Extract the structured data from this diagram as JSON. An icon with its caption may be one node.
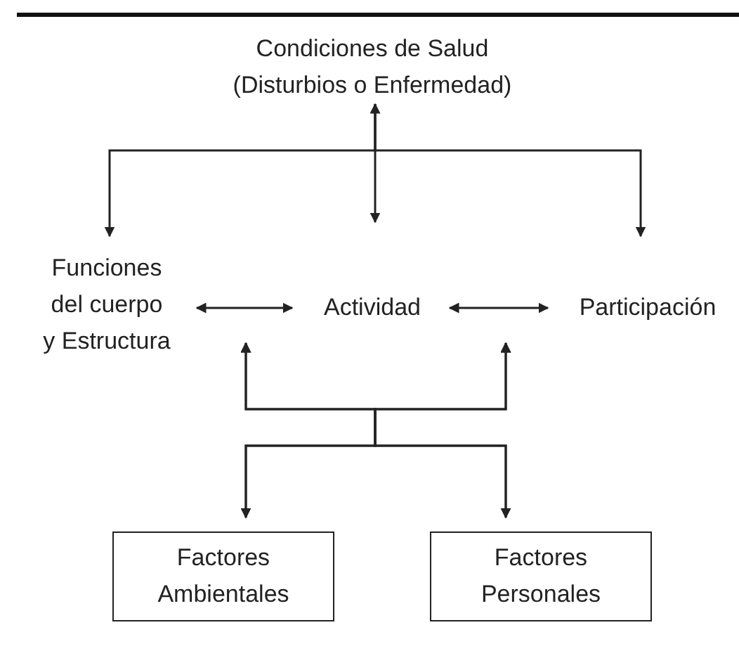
{
  "diagram": {
    "nodes": [
      {
        "text": [
          "Condiciones de Salud (Disturbios o Enfermedad)"
        ]
      },
      {
        "text": [
          "Funciones del cuerpo y Estructura"
        ]
      },
      {
        "text": [
          "Actividad"
        ]
      },
      {
        "text": [
          "Participación"
        ]
      },
      {
        "text": [
          "Factores Ambientales"
        ]
      },
      {
        "text": [
          "Factores Personales"
        ]
      }
    ],
    "edges": [
      {
        "from": 0,
        "to": 1,
        "arrow": "to"
      },
      {
        "from": 0,
        "to": 2,
        "arrow": "both"
      },
      {
        "from": 0,
        "to": 3,
        "arrow": "to"
      },
      {
        "from": 1,
        "to": 2,
        "arrow": "both"
      },
      {
        "from": 2,
        "to": 3,
        "arrow": "both"
      },
      {
        "from": 4,
        "to": 1,
        "arrow": "both"
      },
      {
        "from": 5,
        "to": 1,
        "arrow": "both"
      },
      {
        "from": 4,
        "to": 3,
        "arrow": "both"
      },
      {
        "from": 5,
        "to": 3,
        "arrow": "both"
      }
    ]
  }
}
